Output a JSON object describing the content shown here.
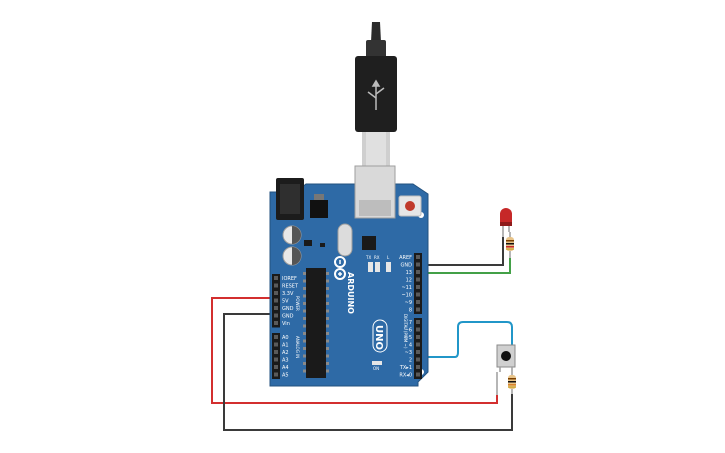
{
  "board": {
    "brand": "ARDUINO",
    "model": "UNO",
    "power_header_label": "POWER",
    "analog_header_label": "ANALOG IN",
    "digital_header_label": "DIGITAL (PWM ~)",
    "on_label": "ON",
    "tx_led_label": "TX",
    "rx_led_label": "RX",
    "l_led_label": "L",
    "power_pins": [
      "IOREF",
      "RESET",
      "3.3V",
      "5V",
      "GND",
      "GND",
      "Vin"
    ],
    "analog_pins": [
      "A0",
      "A1",
      "A2",
      "A3",
      "A4",
      "A5"
    ],
    "digital_pins_top": [
      "AREF",
      "GND",
      "13",
      "12",
      "~11",
      "~10",
      "~9",
      "8"
    ],
    "digital_pins_bottom": [
      "7",
      "~6",
      "~5",
      "4",
      "~3",
      "2",
      "TX▸1",
      "RX◂0"
    ]
  },
  "colors": {
    "board": "#2e6aa6",
    "board_edge": "#23527f",
    "wire_red": "#d32f2f",
    "wire_black": "#3a3a3a",
    "wire_green": "#43a047",
    "wire_blue": "#2196c8",
    "led": "#c62828"
  }
}
